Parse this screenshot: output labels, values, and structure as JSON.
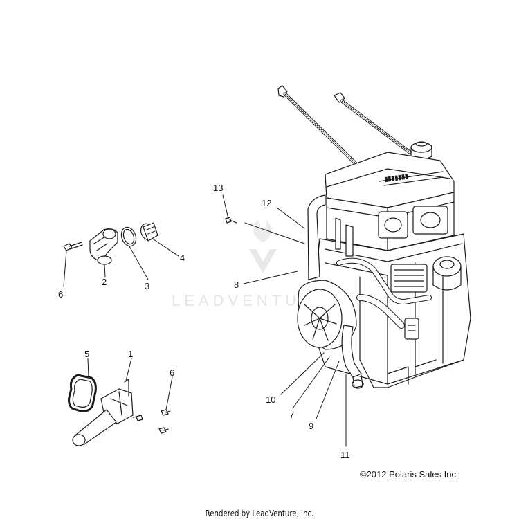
{
  "diagram": {
    "callouts": [
      "13",
      "12",
      "8",
      "10",
      "7",
      "9",
      "11",
      "6",
      "2",
      "3",
      "4",
      "5",
      "1",
      "6"
    ],
    "copyright": "©2012 Polaris Sales Inc.",
    "rendered_by": "Rendered by LeadVenture, Inc.",
    "watermark": "LEADVENTURE"
  },
  "colors": {
    "line": "#1a1a1a",
    "watermark": "#e3e3e3",
    "background": "#ffffff"
  }
}
